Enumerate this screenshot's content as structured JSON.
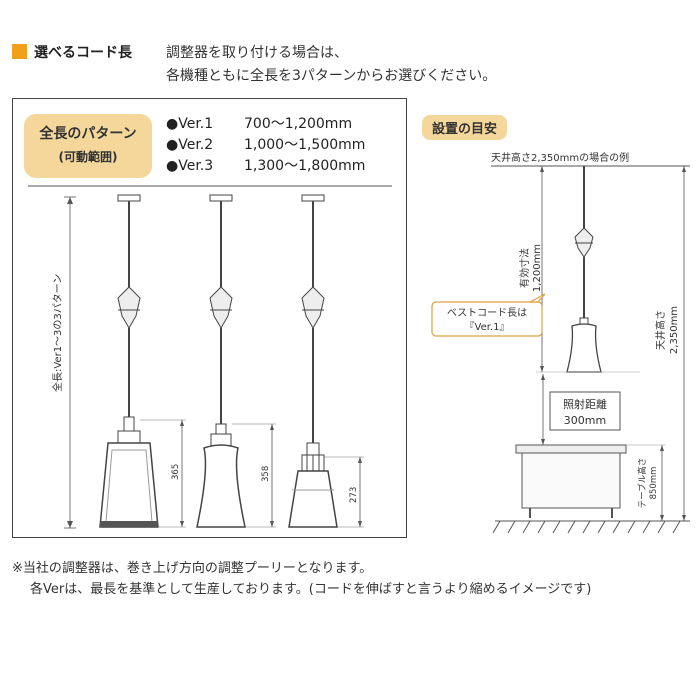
{
  "header": {
    "title": "選べるコード長",
    "desc_line1": "調整器を取り付ける場合は、",
    "desc_line2": "各機種ともに全長を3パターンからお選びください。"
  },
  "pattern_box": {
    "title": "全長のパターン",
    "subtitle": "(可動範囲)"
  },
  "versions": [
    {
      "name": "●Ver.1",
      "range": "700〜1,200mm"
    },
    {
      "name": "●Ver.2",
      "range": "1,000〜1,500mm"
    },
    {
      "name": "●Ver.3",
      "range": "1,300〜1,800mm"
    }
  ],
  "left_diagram": {
    "total_length_label": "全長:Ver1〜3の3パターン",
    "dims": [
      "365",
      "358",
      "273"
    ]
  },
  "installation": {
    "badge": "設置の目安",
    "example_caption": "天井高さ2,350mmの場合の例",
    "effective_dim_line1": "有効寸法",
    "effective_dim_line2": "1,200mm",
    "best_cord_line1": "ベストコード長は",
    "best_cord_line2": "『Ver.1』",
    "ceiling_height_line1": "天井高さ",
    "ceiling_height_line2": "2,350mm",
    "throw_line1": "照射距離",
    "throw_line2": "300mm",
    "table_height_line1": "テーブル高さ",
    "table_height_line2": "850mm"
  },
  "footnotes": {
    "line1": "※当社の調整器は、巻き上げ方向の調整プーリーとなります。",
    "line2": "各Verは、最長を基準として生産しております。(コードを伸ばすと言うより縮めるイメージです)"
  }
}
